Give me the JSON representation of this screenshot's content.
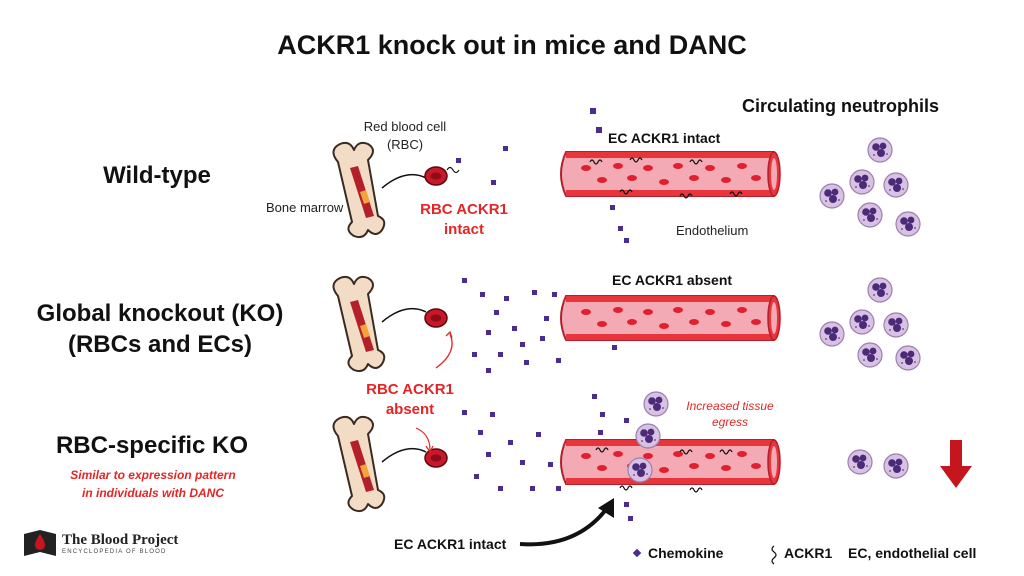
{
  "title": "ACKR1 knock out in mice and DANC",
  "columns": {
    "neutrophils": "Circulating neutrophils"
  },
  "rows": [
    {
      "label": "Wild-type",
      "ec_label": "EC ACKR1 intact",
      "rbc_label": "RBC ACKR1 intact"
    },
    {
      "label_line1": "Global knockout (KO)",
      "label_line2": "(RBCs and ECs)",
      "ec_label": "EC ACKR1 absent",
      "rbc_label": "RBC ACKR1 absent"
    },
    {
      "label": "RBC-specific KO",
      "note_line1": "Similar to expression pattern",
      "note_line2": "in individuals with DANC",
      "ec_label": "EC ACKR1 intact",
      "egress_line1": "Increased tissue",
      "egress_line2": "egress"
    }
  ],
  "annotations": {
    "rbc_line1": "Red blood cell",
    "rbc_line2": "(RBC)",
    "bone_marrow": "Bone marrow",
    "endothelium": "Endothelium"
  },
  "legend": {
    "chemokine": "Chemokine",
    "ackr1": "ACKR1",
    "ec": "EC, endothelial cell"
  },
  "logo": {
    "name": "The Blood Project",
    "tagline": "ENCYCLOPEDIA OF BLOOD"
  },
  "colors": {
    "chemokine": "#4b2c91",
    "vessel": "#e7353b",
    "rbc": "#d9232b",
    "neutrophil_cyto": "#d9c1e3",
    "neutrophil_nuc": "#4b2a77",
    "text_red": "#e52525",
    "down_arrow": "#c4161c"
  }
}
